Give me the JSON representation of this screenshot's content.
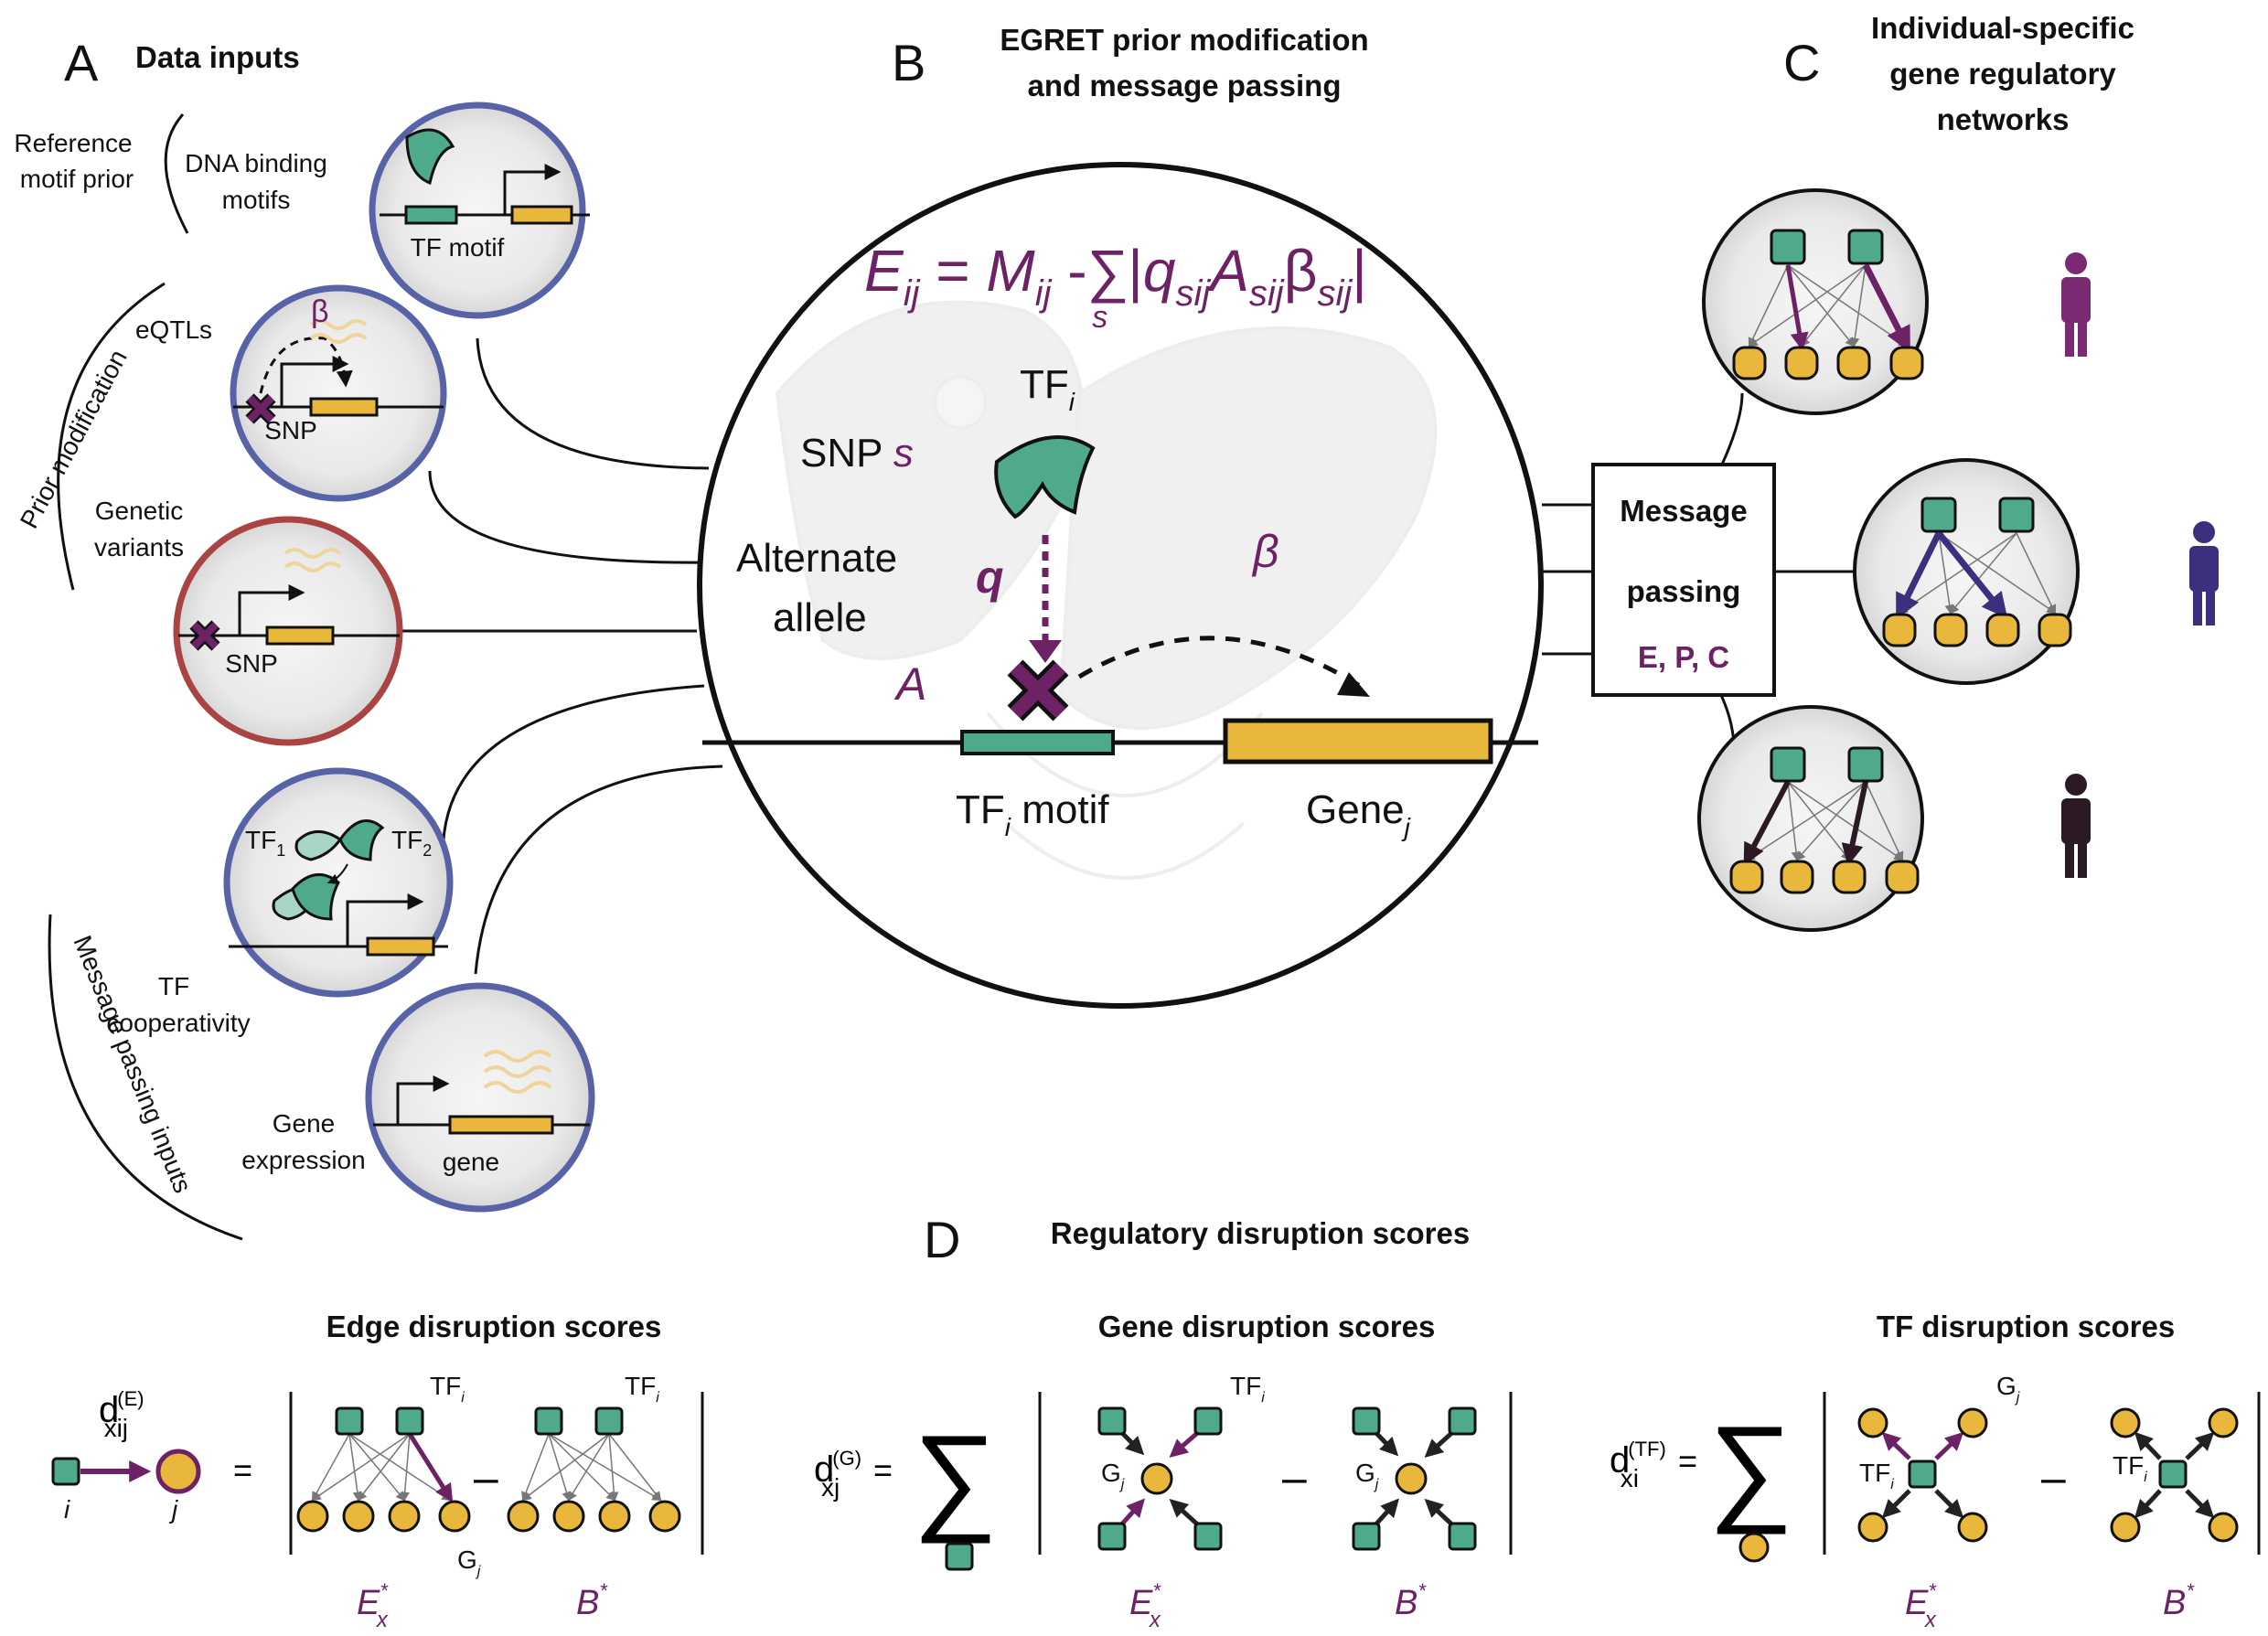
{
  "panels": {
    "a": {
      "letter": "A",
      "title": "Data inputs"
    },
    "b": {
      "letter": "B",
      "title_line1": "EGRET prior modification",
      "title_line2": "and message passing"
    },
    "c": {
      "letter": "C",
      "title_line1": "Individual-specific",
      "title_line2": "gene regulatory",
      "title_line3": "networks"
    },
    "d": {
      "letter": "D",
      "title": "Regulatory disruption scores"
    }
  },
  "inputs": {
    "reference_motif_prior": [
      "Reference",
      "motif prior"
    ],
    "prior_modification": "Prior modification",
    "message_passing_inputs": "Message passing inputs",
    "dna_binding_motifs": [
      "DNA binding",
      "motifs"
    ],
    "tf_motif": "TF motif",
    "eqtls": "eQTLs",
    "beta": "β",
    "snp": "SNP",
    "genetic_variants": [
      "Genetic",
      "variants"
    ],
    "tf_sub": "TF",
    "tf1_sub": "1",
    "tf2_sub": "2",
    "tf_cooperativity": [
      "TF",
      "cooperativity"
    ],
    "gene_expression": [
      "Gene",
      "expression"
    ],
    "gene": "gene"
  },
  "egret": {
    "eq_E": "E",
    "eq_ij": "ij",
    "eq_eq": " = ",
    "eq_M": "M",
    "eq_ij2": "ij",
    "eq_minus": " -",
    "eq_sum": "∑",
    "eq_s": "s",
    "eq_bar": "|",
    "eq_q": "q",
    "eq_sij": "sij",
    "eq_A": "A",
    "eq_sij2": "sij",
    "eq_beta": "β",
    "eq_sij3": "sij",
    "eq_bar2": "|",
    "tf": "TF",
    "tf_i": "i",
    "snp_label": "SNP ",
    "snp_s": "s",
    "alternate": "Alternate",
    "allele": "allele",
    "q": "q",
    "beta": "β",
    "A": "A",
    "tf_motif_pre": "TF",
    "tf_motif_i": "i",
    "tf_motif_post": " motif",
    "gene": "Gene",
    "gene_j": "j"
  },
  "message_passing": {
    "line1": "Message",
    "line2": "passing",
    "line3": "E, P, C"
  },
  "scores": {
    "edge": {
      "title": "Edge disruption scores",
      "d": "d",
      "sup": "(E)",
      "sub": "xij",
      "i": "i",
      "j": "j",
      "eq": "=",
      "tf": "TF",
      "tf_i": "i",
      "g": "G",
      "g_j": "j",
      "minus": "–",
      "ex": "E",
      "ex_sup": "*",
      "ex_sub": "x",
      "b": "B",
      "b_sup": "*"
    },
    "gene": {
      "title": "Gene disruption scores",
      "d": "d",
      "sup": "(G)",
      "sub": "xj",
      "eq": "=",
      "sum": "∑",
      "tf": "TF",
      "tf_i": "i",
      "g": "G",
      "g_j": "j",
      "minus": "–",
      "ex": "E",
      "ex_sup": "*",
      "ex_sub": "x",
      "b": "B",
      "b_sup": "*"
    },
    "tf": {
      "title": "TF disruption scores",
      "d": "d",
      "sup": "(TF)",
      "sub": "xi",
      "eq": "=",
      "sum": "∑",
      "tf": "TF",
      "tf_i": "i",
      "g": "G",
      "g_j": "j",
      "minus": "–",
      "ex": "E",
      "ex_sup": "*",
      "ex_sub": "x",
      "b": "B",
      "b_sup": "*"
    }
  },
  "colors": {
    "teal": "#4faa8c",
    "gold": "#e9b73b",
    "purple": "#6d2266",
    "blue_ring": "#5763a6",
    "red_ring": "#a94442",
    "navy_person": "#3b2f7e",
    "dark_person": "#2b1a24"
  }
}
